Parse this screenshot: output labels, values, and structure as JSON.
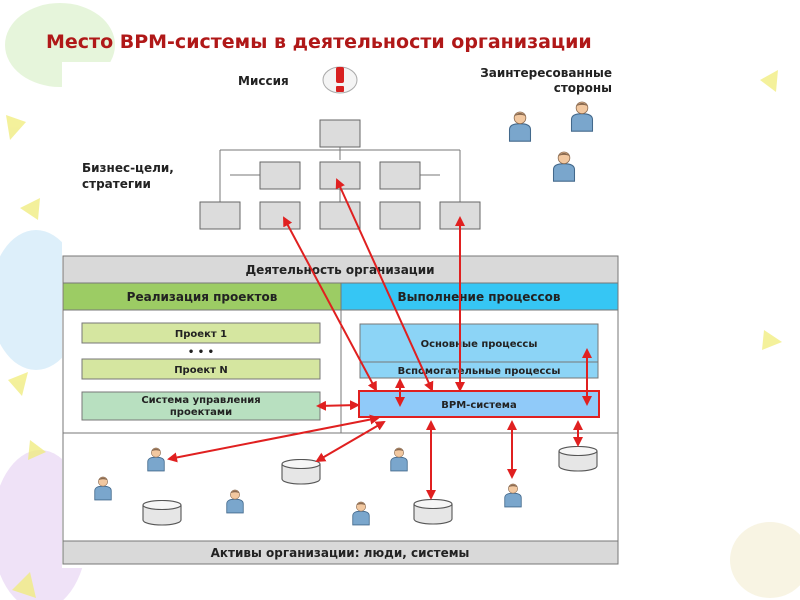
{
  "slide": {
    "title": "Место ВРМ-системы в деятельности организации"
  },
  "diagram": {
    "mission_label": "Миссия",
    "mission_icon": "exclamation-icon",
    "stakeholders_label": [
      "Заинтересованные",
      "стороны"
    ],
    "goals_label": [
      "Бизнес-цели,",
      "стратегии"
    ],
    "activity_header": "Деятельность организации",
    "projects_header": "Реализация проектов",
    "processes_header": "Выполнение процессов",
    "project_1": "Проект 1",
    "project_ellipsis": "• • •",
    "project_n": "Проект N",
    "pm_system": [
      "Система управления",
      "проектами"
    ],
    "core_processes": "Основные процессы",
    "support_processes": "Вспомогательные процессы",
    "bpm_system": "ВРМ-система",
    "assets_footer": "Активы организации: люди, системы"
  },
  "colors": {
    "title": "#b01818",
    "arrow": "#e02020",
    "projects_header": "#9ccc64",
    "processes_header": "#36c6f4",
    "project_box": "#d5e6a0",
    "pm_box": "#b8e0c0",
    "process_box": "#8cd4f6",
    "bpm_box": "#90caf9",
    "bpm_border": "#e02020",
    "grey_header": "#d9d9d9",
    "person": "#7aa6cc",
    "database": "#e6e6e6"
  }
}
